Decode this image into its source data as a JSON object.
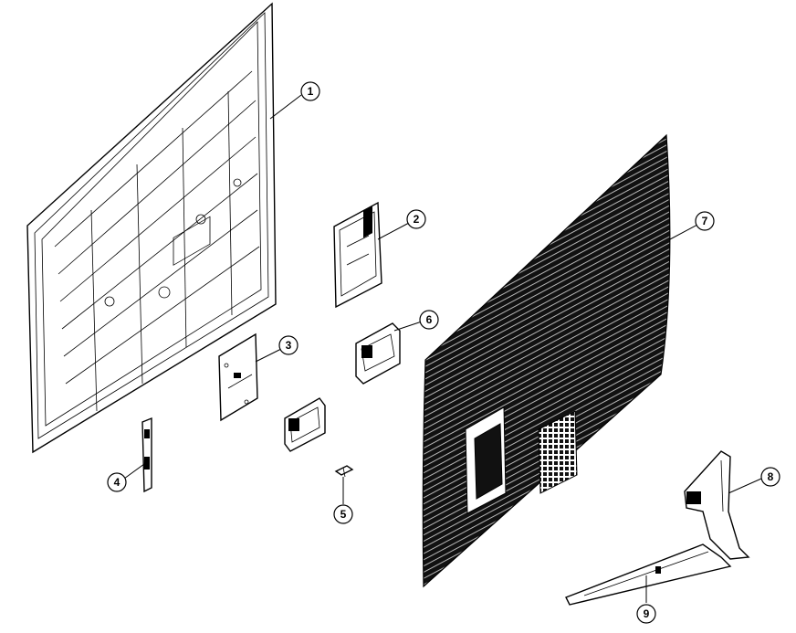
{
  "parts": [
    {
      "id": "panel-frame",
      "callout": "1"
    },
    {
      "id": "bracket-board",
      "callout": "2"
    },
    {
      "id": "small-pcb",
      "callout": "3"
    },
    {
      "id": "side-rail",
      "callout": "4"
    },
    {
      "id": "clip",
      "callout": "5"
    },
    {
      "id": "speaker",
      "callout": "6"
    },
    {
      "id": "rear-cover",
      "callout": "7"
    },
    {
      "id": "stand-neck",
      "callout": "8"
    },
    {
      "id": "stand-base",
      "callout": "9"
    }
  ],
  "colors": {
    "line": "#000000",
    "background": "#ffffff",
    "cover_fill": "#111111"
  }
}
